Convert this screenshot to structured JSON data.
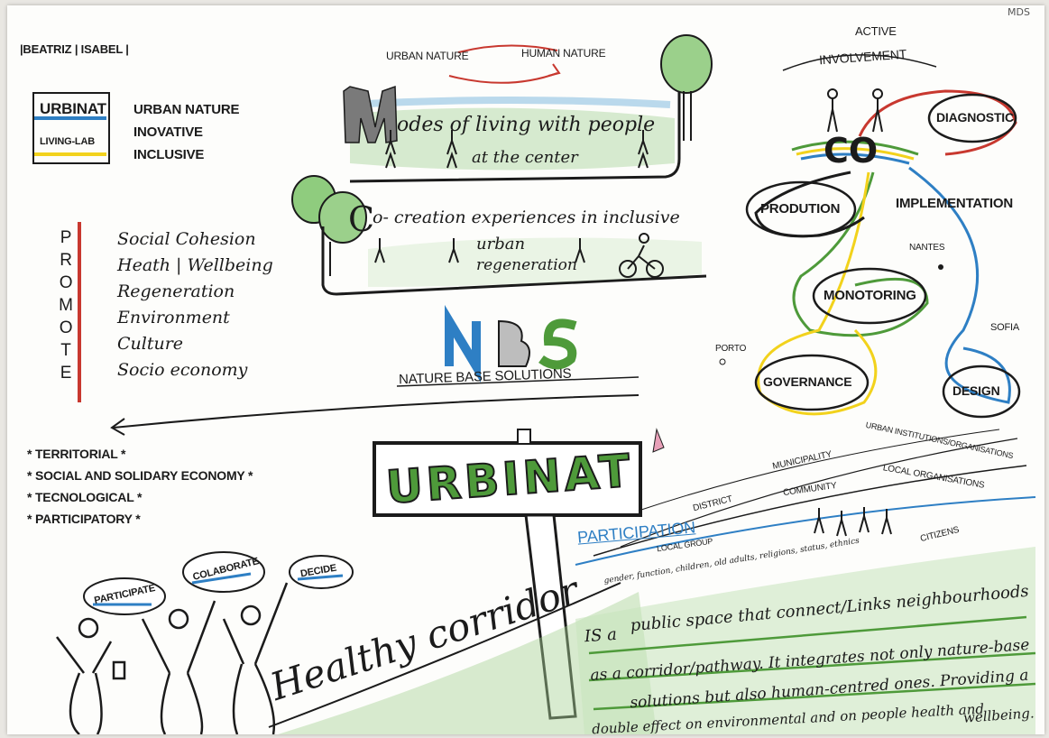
{
  "top_left": {
    "names": "|BEATRIZ | ISABEL |",
    "corner_mark": "MDS"
  },
  "urbinat_box": {
    "title": "URBINAT",
    "subtitle": "LIVING-LAB",
    "lines": [
      "URBAN NATURE",
      "INOVATIVE",
      "INCLUSIVE"
    ]
  },
  "header_cycle": {
    "left": "URBAN NATURE",
    "right": "HUMAN NATURE"
  },
  "modes": {
    "line1": "odes of living with people",
    "line2": "at the center",
    "initial": "M"
  },
  "cocreation": {
    "initial": "C",
    "line1": "o- creation experiences in inclusive",
    "line2": "urban",
    "line3": "regeneration"
  },
  "promote": {
    "letters": [
      "P",
      "R",
      "O",
      "M",
      "O",
      "T",
      "E"
    ],
    "items": [
      "Social Cohesion",
      "Heath | Wellbeing",
      "Regeneration",
      "Environment",
      "Culture",
      "Socio economy"
    ]
  },
  "nbs": {
    "logo": "NBS",
    "caption": "NATURE BASE SOLUTIONS"
  },
  "bullets": [
    "TERRITORIAL",
    "SOCIAL AND SOLIDARY ECONOMY",
    "TECNOLOGICAL",
    "PARTICIPATORY"
  ],
  "sign": {
    "label": "URBINAT"
  },
  "speech": {
    "bubble1": "PARTICIPATE",
    "bubble2": "COLABORATE",
    "bubble3": "DECIDE"
  },
  "healthy": {
    "title": "Healthy corridor"
  },
  "co_diagram": {
    "top1": "ACTIVE",
    "top2": "INVOLVEMENT",
    "center": "CO",
    "nodes": [
      "DIAGNOSTIC",
      "PRODUTION",
      "IMPLEMENTATION",
      "MONOTORING",
      "GOVERNANCE",
      "DESIGN"
    ],
    "cities": [
      "NANTES",
      "SOFIA",
      "PORTO"
    ]
  },
  "participation": {
    "title": "PARTICIPATION",
    "layers": [
      "DISTRICT",
      "MUNICIPALITY",
      "URBAN INSTITUTIONS/ORGANISATIONS",
      "LOCAL ORGANISATIONS",
      "COMMUNITY",
      "CITIZENS",
      "LOCAL GROUP"
    ],
    "subline": "gender, function, children, old adults, religions, status, ethnics"
  },
  "definition": {
    "lines": [
      "public space that connect/Links neighbourhoods",
      "as a corridor/pathway. It integrates not only nature-base",
      "solutions but also human-centred ones. Providing a",
      "double effect on environmental and on people health and"
    ],
    "prefix": "IS a",
    "tail": "wellbeing."
  },
  "colors": {
    "green": "#4e9a3a",
    "blue": "#2e7fc4",
    "red": "#c8382f",
    "yellow": "#f2d21c",
    "ink": "#1b1b1b"
  }
}
